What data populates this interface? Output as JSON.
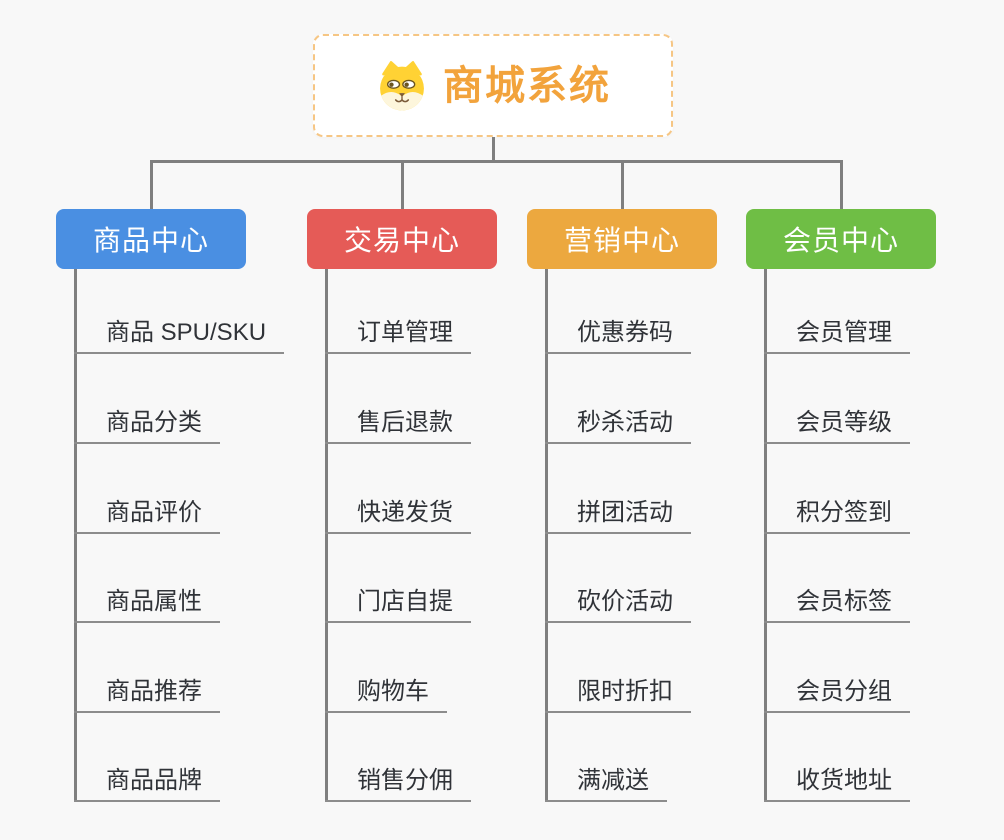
{
  "root": {
    "title": "商城系统",
    "icon": "dog-face-icon",
    "accent_color": "#f2a33c",
    "border_color": "#f6c684"
  },
  "branches": [
    {
      "label": "商品中心",
      "color": "#4a8fe2",
      "items": [
        "商品 SPU/SKU",
        "商品分类",
        "商品评价",
        "商品属性",
        "商品推荐",
        "商品品牌"
      ]
    },
    {
      "label": "交易中心",
      "color": "#e55b57",
      "items": [
        "订单管理",
        "售后退款",
        "快递发货",
        "门店自提",
        "购物车",
        "销售分佣"
      ]
    },
    {
      "label": "营销中心",
      "color": "#eca83f",
      "items": [
        "优惠券码",
        "秒杀活动",
        "拼团活动",
        "砍价活动",
        "限时折扣",
        "满减送"
      ]
    },
    {
      "label": "会员中心",
      "color": "#6fbe45",
      "items": [
        "会员管理",
        "会员等级",
        "积分签到",
        "会员标签",
        "会员分组",
        "收货地址"
      ]
    }
  ],
  "colors": {
    "connector": "#7f7f7f",
    "underline": "#8c8c8c",
    "item_text": "#303338",
    "background": "#f8f8f8",
    "root_icon_yellow": "#ffd234"
  }
}
